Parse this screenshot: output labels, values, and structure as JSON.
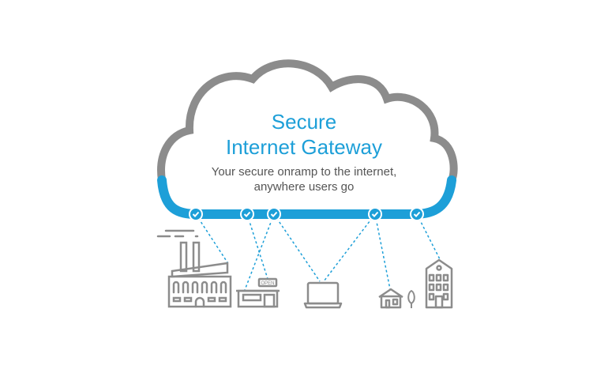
{
  "title_line1": "Secure",
  "title_line2": "Internet Gateway",
  "subtitle_line1": "Your secure onramp to the internet,",
  "subtitle_line2": "anywhere users go",
  "shop_sign": "OPEN",
  "colors": {
    "accent": "#1d9fd8",
    "outline": "#8c8c8c"
  }
}
